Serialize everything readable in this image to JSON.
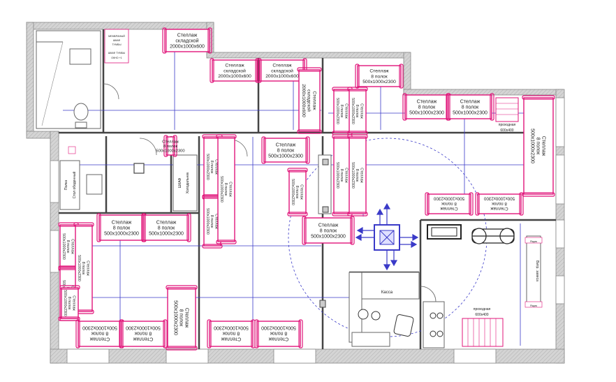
{
  "colors": {
    "wall": "#c8c8c8",
    "wall_edge": "#888",
    "shelf": "#e0157a",
    "dim": "#3a3ac8",
    "bg": "#ffffff"
  },
  "labels": {
    "wc_sign_1": "МЕМБРАНЫЙ",
    "wc_sign_2": "ШКАФ",
    "wc_sign_3": "ТУМБЫ",
    "wc_sign_4": "ШКАФ ТУМБЫ",
    "wc_sign_5": "ОКНО +1",
    "pole": "Полка",
    "office_table": "Стол обеденный",
    "cabinet_1": "ШКАФ",
    "cabinet_2": "Холодильник",
    "kassa": "Касса",
    "prokh_1_a": "проходная",
    "prokh_1_b": "600x400",
    "prokh_2_a": "проходная",
    "prokh_2_b": "600x400",
    "curtain": "Витр. завеса",
    "small_1": "Ящик",
    "small_2": "Ящик"
  },
  "shelves": [
    {
      "id": "s1",
      "t1": "Стеллаж",
      "t2": "складской",
      "t3": "2000x1000x600"
    },
    {
      "id": "s2",
      "t1": "Стеллаж",
      "t2": "складской",
      "t3": "2000x1000x600"
    },
    {
      "id": "s3",
      "t1": "Стеллаж",
      "t2": "складской",
      "t3": "2000x1000x600"
    },
    {
      "id": "s4",
      "t1": "Стеллаж",
      "t2": "складской",
      "t3": "2000x1000x600"
    },
    {
      "id": "s5",
      "t1": "Стеллаж",
      "t2": "8 полок",
      "t3": "500x1000x2300"
    },
    {
      "id": "s6",
      "t1": "Стеллаж",
      "t2": "8 полок",
      "t3": "500x1000x2300"
    },
    {
      "id": "s7",
      "t1": "Стеллаж",
      "t2": "8 полок",
      "t3": "500x1000x2300"
    },
    {
      "id": "s8",
      "t1": "Стеллаж",
      "t2": "8 полок",
      "t3": "500x1000x2300"
    },
    {
      "id": "s9",
      "t1": "Стеллаж",
      "t2": "8 полок",
      "t3": "500x1000x2300"
    },
    {
      "id": "s10",
      "t1": "Стеллаж",
      "t2": "8 полок",
      "t3": "500x1000x2300"
    },
    {
      "id": "s11",
      "t1": "Стеллаж",
      "t2": "8 полок",
      "t3": "500x1000x2300"
    },
    {
      "id": "s12",
      "t1": "Стеллаж",
      "t2": "8 полок",
      "t3": "500x1000x2300"
    },
    {
      "id": "s13",
      "t1": "Стеллаж",
      "t2": "8 полок",
      "t3": "500x1000x2300"
    },
    {
      "id": "s14",
      "t1": "Стеллаж",
      "t2": "8 полок",
      "t3": "500x1000x2300"
    },
    {
      "id": "s15",
      "t1": "Стеллаж",
      "t2": "8 полок",
      "t3": "500x1000x2300"
    },
    {
      "id": "s16",
      "t1": "Стеллаж",
      "t2": "8 полок",
      "t3": "500x1000x2300"
    },
    {
      "id": "s17",
      "t1": "Стеллаж",
      "t2": "8 полок",
      "t3": "500x1000x2300"
    },
    {
      "id": "s18",
      "t1": "Стеллаж",
      "t2": "8 полок",
      "t3": "500x1000x2300"
    },
    {
      "id": "s19",
      "t1": "Стеллаж",
      "t2": "8 полок",
      "t3": "500x1000x2300"
    },
    {
      "id": "s20",
      "t1": "Стеллаж",
      "t2": "8 полок",
      "t3": "500x1000x2300"
    },
    {
      "id": "s21",
      "t1": "Стеллаж",
      "t2": "8 полок",
      "t3": "500x1000x2300"
    },
    {
      "id": "s22",
      "t1": "Стеллаж",
      "t2": "8 полок",
      "t3": "500x1000x2300"
    },
    {
      "id": "s23",
      "t1": "Стеллаж",
      "t2": "8 полок",
      "t3": "500x1000x2300"
    },
    {
      "id": "s24",
      "t1": "Стеллаж",
      "t2": "8 полок",
      "t3": "500x1000x2300"
    },
    {
      "id": "s25",
      "t1": "Стеллаж",
      "t2": "8 полок",
      "t3": "500x1000x2300"
    },
    {
      "id": "s26",
      "t1": "Стеллаж",
      "t2": "8 полок",
      "t3": "500x1000x2300"
    },
    {
      "id": "s27",
      "t1": "Стеллаж",
      "t2": "8 полок",
      "t3": "500x1000x2300"
    },
    {
      "id": "s28",
      "t1": "Стеллаж",
      "t2": "8 полок",
      "t3": "500x1000x2300"
    },
    {
      "id": "s29",
      "t1": "Стеллаж",
      "t2": "8 полок",
      "t3": "500x1000x2300"
    },
    {
      "id": "s30",
      "t1": "Стеллаж",
      "t2": "8 полок",
      "t3": "500x1000x2300"
    },
    {
      "id": "s31",
      "t1": "Стеллаж",
      "t2": "8 полок",
      "t3": "500x1000x2300"
    },
    {
      "id": "s32",
      "t1": "Стеллаж",
      "t2": "8 полок",
      "t3": "500x1000x2300"
    },
    {
      "id": "s33",
      "t1": "Стеллаж",
      "t2": "8 полок",
      "t3": "500x1000x2300"
    },
    {
      "id": "s34",
      "t1": "Стеллаж",
      "t2": "8 полок",
      "t3": "500x1000x2300"
    },
    {
      "id": "s35",
      "t1": "Стеллаж",
      "t2": "8 полок",
      "t3": "500x1000x2300"
    },
    {
      "id": "s36",
      "t1": "Стеллаж",
      "t2": "8 полок",
      "t3": "500x1000x2300"
    }
  ]
}
